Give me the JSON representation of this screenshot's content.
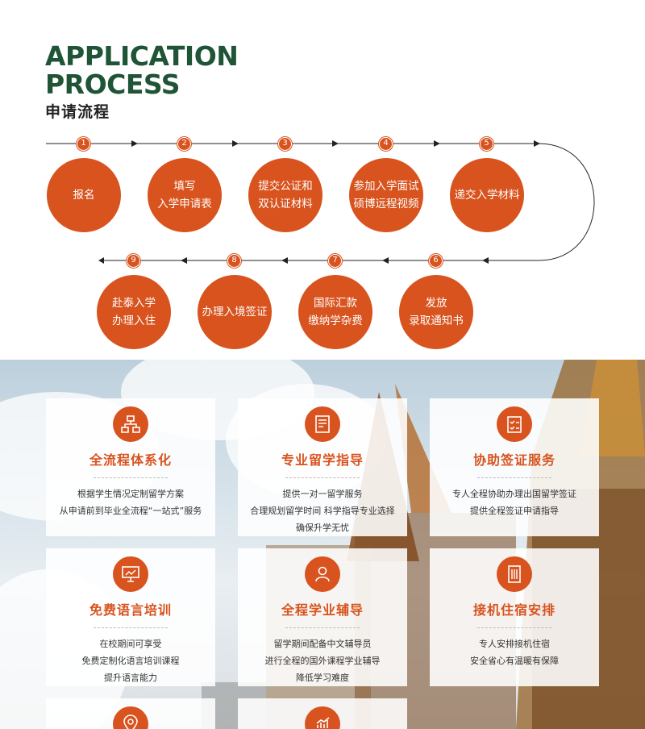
{
  "header": {
    "title_en_line1": "APPLICATION",
    "title_en_line2": "PROCESS",
    "title_cn": "申请流程"
  },
  "steps": [
    {
      "num": "1",
      "lines": [
        "报名"
      ]
    },
    {
      "num": "2",
      "lines": [
        "填写",
        "入学申请表"
      ]
    },
    {
      "num": "3",
      "lines": [
        "提交公证和",
        "双认证材料"
      ]
    },
    {
      "num": "4",
      "lines": [
        "参加入学面试",
        "硕博远程视频"
      ]
    },
    {
      "num": "5",
      "lines": [
        "递交入学材料"
      ]
    },
    {
      "num": "6",
      "lines": [
        "发放",
        "录取通知书"
      ]
    },
    {
      "num": "7",
      "lines": [
        "国际汇款",
        "缴纳学杂费"
      ]
    },
    {
      "num": "8",
      "lines": [
        "办理入境签证"
      ]
    },
    {
      "num": "9",
      "lines": [
        "赴泰入学",
        "办理入住"
      ]
    }
  ],
  "services": [
    {
      "icon": "flowchart-icon",
      "title": "全流程体系化",
      "lines": [
        "根据学生情况定制留学方案",
        "从申请前到毕业全流程“一站式”服务"
      ]
    },
    {
      "icon": "document-icon",
      "title": "专业留学指导",
      "lines": [
        "提供一对一留学服务",
        "合理规划留学时间 科学指导专业选择",
        "确保升学无忧"
      ]
    },
    {
      "icon": "checklist-icon",
      "title": "协助签证服务",
      "lines": [
        "专人全程协助办理出国留学签证",
        "提供全程签证申请指导"
      ]
    },
    {
      "icon": "presentation-icon",
      "title": "免费语言培训",
      "lines": [
        "在校期间可享受",
        "免费定制化语言培训课程",
        "提升语言能力"
      ]
    },
    {
      "icon": "tutor-icon",
      "title": "全程学业辅导",
      "lines": [
        "留学期间配备中文辅导员",
        "进行全程的国外课程学业辅导",
        "降低学习难度"
      ]
    },
    {
      "icon": "building-icon",
      "title": "接机住宿安排",
      "lines": [
        "专人安排接机住宿",
        "安全省心有温暖有保障"
      ]
    },
    {
      "icon": "location-pin-icon",
      "title": "",
      "lines": []
    },
    {
      "icon": "growth-chart-icon",
      "title": "",
      "lines": []
    }
  ],
  "colors": {
    "accent": "#d8531e",
    "title_green": "#1f5436"
  }
}
